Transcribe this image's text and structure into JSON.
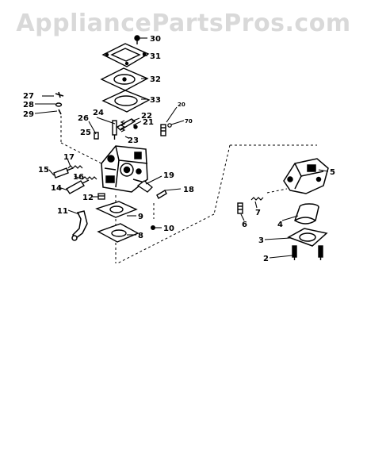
{
  "watermark": "AppliancePartsPros.com",
  "callouts": {
    "c2": "2",
    "c3": "3",
    "c4": "4",
    "c5": "5",
    "c6": "6",
    "c7": "7",
    "c8": "8",
    "c9": "9",
    "c10": "10",
    "c11": "11",
    "c12": "12",
    "c14": "14",
    "c15": "15",
    "c16": "16",
    "c17": "17",
    "c18": "18",
    "c19": "19",
    "c20": "20",
    "c21": "21",
    "c22": "22",
    "c23": "23",
    "c24": "24",
    "c25": "25",
    "c26": "26",
    "c27": "27",
    "c28": "28",
    "c29": "29",
    "c30": "30",
    "c31": "31",
    "c32": "32",
    "c33": "33",
    "c70": "70"
  }
}
